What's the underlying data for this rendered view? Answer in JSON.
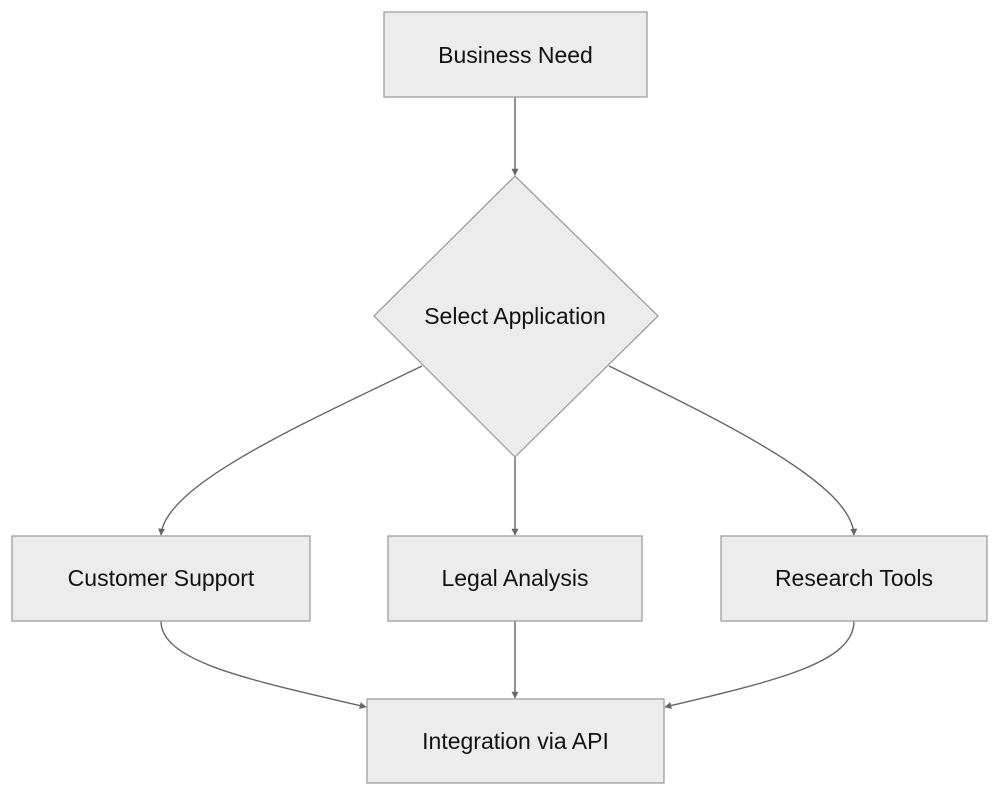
{
  "diagram": {
    "nodes": {
      "business_need": "Business Need",
      "select_application": "Select Application",
      "customer_support": "Customer Support",
      "legal_analysis": "Legal Analysis",
      "research_tools": "Research Tools",
      "integration_api": "Integration via API"
    }
  },
  "colors": {
    "node_fill": "#ececec",
    "node_border": "#9e9e9e",
    "edge": "#666666",
    "text": "#111111"
  }
}
